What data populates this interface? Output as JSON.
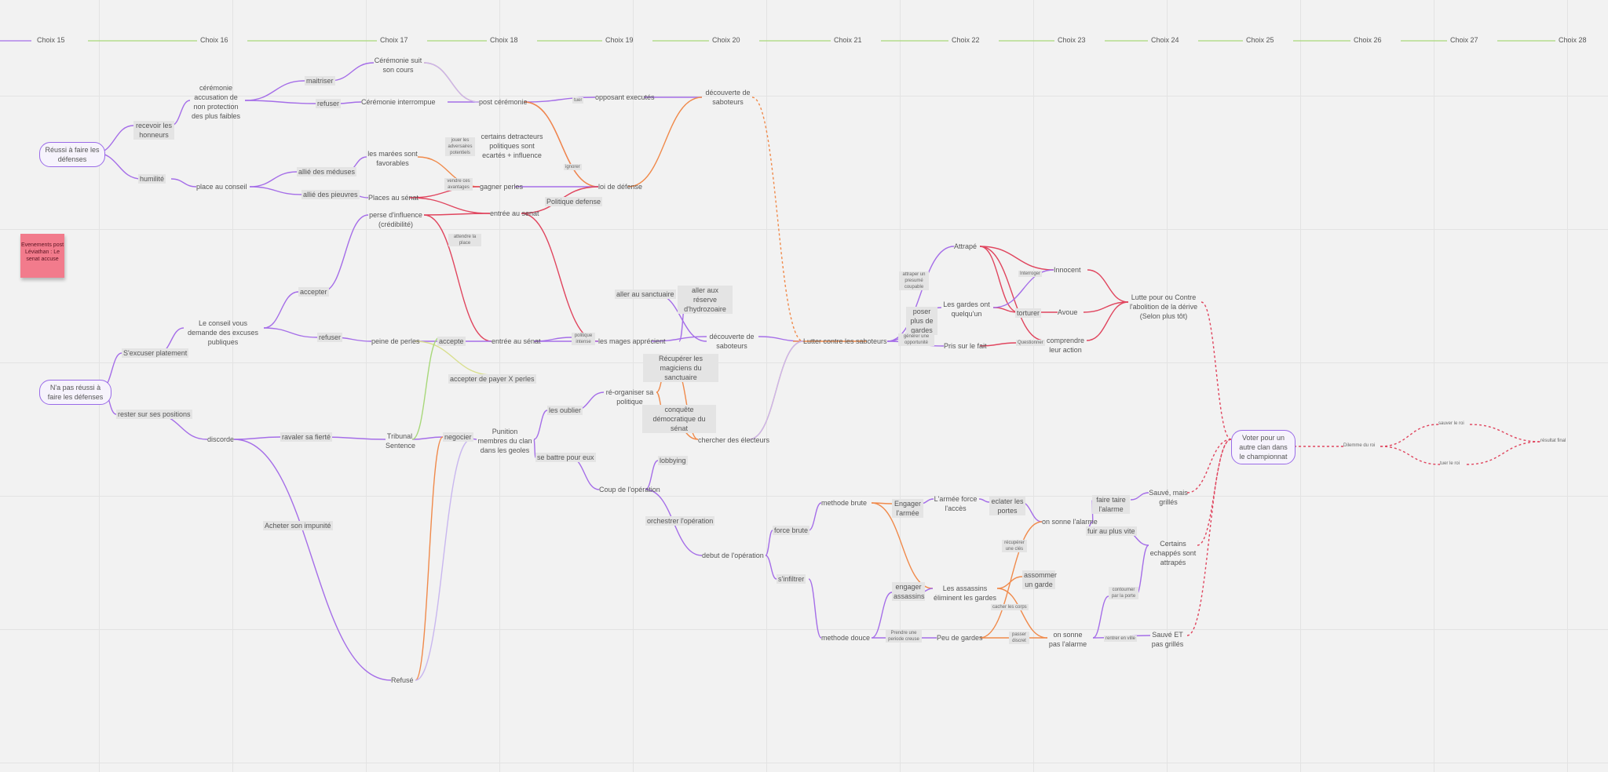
{
  "colors": {
    "purple": "#a56ee8",
    "red": "#e0455e",
    "orange": "#f08a4b",
    "green": "#a8d87a",
    "lavender": "#c9b7ef",
    "yellow": "#d9df8f",
    "sticky": "#f27b8c"
  },
  "sticky_note": "Evenements post Léviathan : Le senat accuse",
  "choices": [
    "Choix 15",
    "Choix 16",
    "Choix 17",
    "Choix 18",
    "Choix 19",
    "Choix 20",
    "Choix 21",
    "Choix 22",
    "Choix 23",
    "Choix 24",
    "Choix 25",
    "Choix 26",
    "Choix 27",
    "Choix 28"
  ],
  "nodes": {
    "reussi": "Réussi à faire les défenses",
    "recevoir": "recevoir les honneurs",
    "humilite": "humilité",
    "ceremonie_acc": "cérémonie accusation de non protection des plus faibles",
    "maitriser": "maitriser",
    "refuser1": "refuser",
    "ceremonie_suit": "Cérémonie suit son cours",
    "ceremonie_int": "Cérémonie interrompue",
    "post_ceremonie": "post cérémonie",
    "place_conseil": "place au conseil",
    "allie_meduses": "allié des méduses",
    "allie_pieuvres": "allié des pieuvres",
    "marees": "les marées sont favorables",
    "places_senat": "Places au sénat",
    "jouer_adv": "jouer les adversaires potentiels",
    "certains_detr": "certains detracteurs politiques sont ecartés + influence",
    "vendre_avantages": "vendre ces avantages",
    "gagner_perles": "gagner perles",
    "perse_influence": "perse d'influence (crédibilité)",
    "entree_senat1": "entrée au senat",
    "attendre_place": "attendre la place",
    "opposant_exec": "opposant executés",
    "loi_defense": "loi de défense",
    "tuer": "tuer",
    "ignorer": "ignorer",
    "politique_defense": "Politique defense",
    "decouverte_sab1": "découverte de saboteurs",
    "echec": "N'a pas réussi à faire les défenses",
    "excuser": "S'excuser platement",
    "rester": "rester sur ses positions",
    "conseil_demande": "Le conseil vous demande des excuses publiques",
    "accepter": "accepter",
    "refuser2": "refuser",
    "peine_perles": "peine de perles",
    "accepte": "accepte",
    "accepter_payer": "accepter de payer X perles",
    "entree_senat2": "entrée au sénat",
    "politique_intense": "politique intense",
    "mages_apprecient": "les mages apprécient",
    "aller_sanctuaire": "aller au sanctuaire",
    "aller_reserve": "aller aux réserve d'hydrozoaire",
    "decouverte_sab2": "découverte de saboteurs",
    "lutter": "Lutter contre les saboteurs",
    "discorde": "discorde",
    "ravaler": "ravaler sa fierté",
    "tribunal": "Tribunal Sentence",
    "negocier": "negocier",
    "punition": "Punition membres du clan dans les geoles",
    "acheter": "Acheter son impunité",
    "refuse": "Refusé",
    "recuperer_mag": "Récupérer les magiciens du sanctuaire",
    "reorganiser": "ré-organiser sa politique",
    "les_oublier": "les oublier",
    "conquete": "conquête démocratique du sénat",
    "se_battre": "se battre pour eux",
    "chercher_elect": "chercher des électeurs",
    "lobbying": "lobbying",
    "coup_operation": "Coup de l'opération",
    "orchestrer": "orchestrer l'opération",
    "debut_operation": "debut de l'opération",
    "force_brute": "force brute",
    "sinfiltrer": "s'infiltrer",
    "methode_brute": "methode brute",
    "methode_douce": "methode douce",
    "engager_armee": "Engager l'armée",
    "engager_assassins": "engager assassins",
    "armee_force": "L'armée force l'accès",
    "eclater_portes": "eclater les portes",
    "assassins_elim": "Les assassins éliminent les gardes",
    "peu_gardes": "Peu de gardes",
    "prendre_periode": "Prendre une periode creuse",
    "recuperer_cles": "récupérer une clés",
    "cacher_corps": "cacher les corps",
    "passer_discret": "passer discret",
    "assommer": "assommer un garde",
    "on_sonne": "on sonne l'alarme",
    "on_sonne_pas": "on sonne pas l'alarme",
    "faire_taire": "faire taire l'alarme",
    "fuir": "fuir au plus vite",
    "contourner": "contourner par la porte",
    "rentrer_ville": "rentrer en ville",
    "sauve_grilles": "Sauvé, mais grillés",
    "certains_echappes": "Certains echappés sont attrapés",
    "sauve_pas": "Sauvé ET pas grillés",
    "attrape": "Attrapé",
    "attraper_presume": "attraper un presumé coupable",
    "poser_gardes": "poser plus de gardes",
    "generer_opport": "générer une opportunité",
    "gardes_ont": "Les gardes ont quelqu'un",
    "pris_fait": "Pris sur le fait",
    "interroger": "Interroger",
    "torturer": "torturer",
    "questionner": "Questionner",
    "innocent": "Innocent",
    "avoue": "Avoue",
    "comprendre": "comprendre leur action",
    "lutte_pour": "Lutte pour ou Contre l'abolition de la dérive (Selon plus tôt)",
    "voter": "Voter pour un autre clan dans le championnat",
    "dilemme": "Dilemme du roi",
    "sauver_roi": "sauver le roi",
    "tuer_roi": "tuer le roi",
    "resultat": "résultat final"
  }
}
